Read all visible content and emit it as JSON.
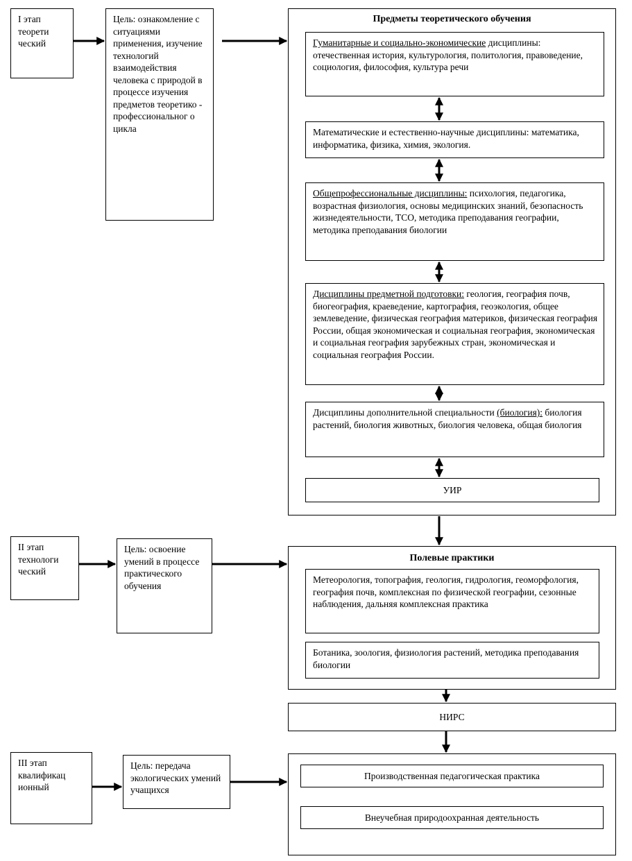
{
  "stages": [
    {
      "stage_label": "I этап теорети ческий",
      "goal": "Цель: ознакомление с ситуациями применения, изучение технологий взаимодействия человека с природой в процессе изучения предметов теоретико - профессиональног о цикла"
    },
    {
      "stage_label": "II этап технологи ческий",
      "goal": "Цель: освоение умений в процессе практического обучения"
    },
    {
      "stage_label": "III этап квалификац ионный",
      "goal": "Цель: передача экологических умений учащихся"
    }
  ],
  "theory": {
    "title": "Предметы теоретического обучения",
    "blocks": [
      {
        "heading": "Гуманитарные и социально-экономические",
        "body": " дисциплины: отечественная история, культурология, политология, правоведение, социология, философия, культура речи"
      },
      {
        "heading": "",
        "body": "Математические и естественно-научные дисциплины: математика, информатика, физика, химия, экология."
      },
      {
        "heading": "Общепрофессиональные дисциплины:",
        "body": " психология, педагогика, возрастная физиология, основы медицинских знаний, безопасность жизнедеятельности, ТСО, методика преподавания географии, методика преподавания биологии"
      },
      {
        "heading": "Дисциплины предметной подготовки:",
        "body": " геология, география почв, биогеография, краеведение, картография, геоэкология, общее землеведение, физическая география материков, физическая география России, общая экономическая и социальная география, экономическая и социальная география зарубежных стран, экономическая и социальная география России."
      },
      {
        "pre": "Дисциплины дополнительной специальности ",
        "heading": "(биология):",
        "body": " биология растений, биология животных, биология человека, общая биология"
      }
    ],
    "uir": "УИР"
  },
  "practice": {
    "title": "Полевые практики",
    "blocks": [
      "Метеорология, топография, геология, гидрология, геоморфология, география почв, комплексная по физической географии, сезонные наблюдения, дальняя комплексная практика",
      "Ботаника, зоология, физиология растений, методика преподавания биологии"
    ]
  },
  "nirs": "НИРС",
  "qualification": {
    "items": [
      "Производственная педагогическая практика",
      "Внеучебная природоохранная деятельность"
    ]
  }
}
